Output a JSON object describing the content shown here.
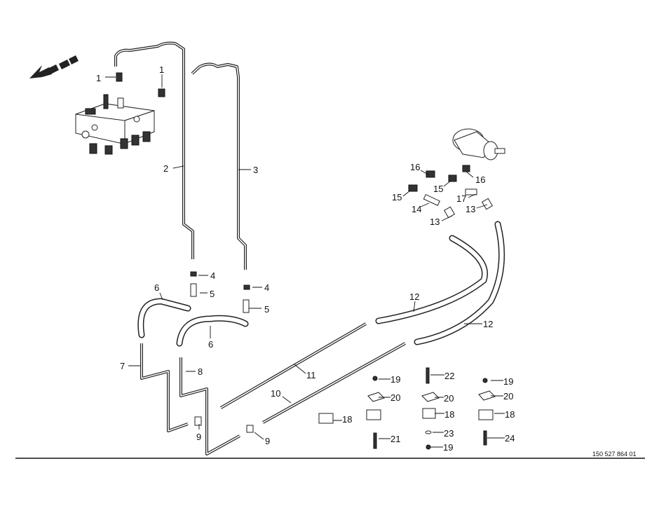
{
  "drawing_number": "150 527 864 01",
  "callouts": [
    "1",
    "1",
    "2",
    "3",
    "4",
    "5",
    "6",
    "4",
    "5",
    "6",
    "7",
    "8",
    "9",
    "9",
    "10",
    "11",
    "12",
    "12",
    "13",
    "13",
    "14",
    "15",
    "15",
    "16",
    "16",
    "17",
    "18",
    "18",
    "18",
    "19",
    "19",
    "19",
    "20",
    "20",
    "20",
    "21",
    "22",
    "23",
    "24"
  ]
}
